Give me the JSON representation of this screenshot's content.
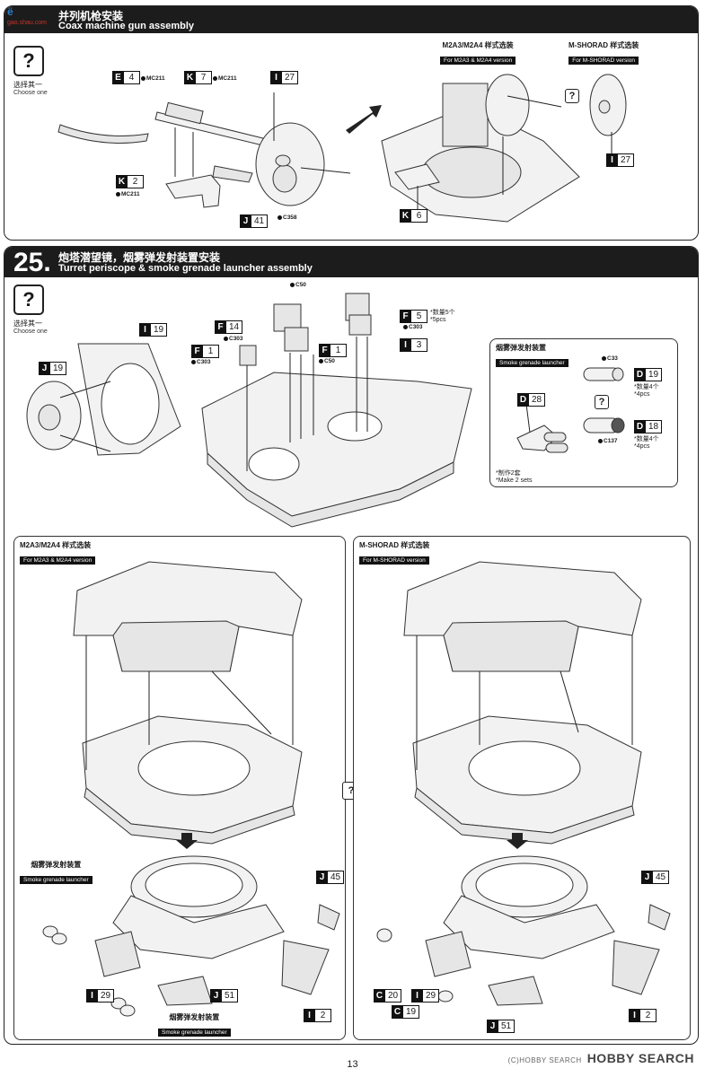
{
  "watermark": {
    "site": "ë ",
    "sub": "gao.shau.com"
  },
  "step24": {
    "title_zh": "并列机枪安装",
    "title_en": "Coax machine gun assembly",
    "choose_zh": "选择其一",
    "choose_en": "Choose one",
    "version_a_zh": "M2A3/M2A4 样式选装",
    "version_a_en": "For M2A3 & M2A4 version",
    "version_b_zh": "M-SHORAD 样式选装",
    "version_b_en": "For M-SHORAD version",
    "question_glyph": "?",
    "tags": [
      {
        "letter": "E",
        "num": "4",
        "cement": "MC211"
      },
      {
        "letter": "K",
        "num": "7",
        "cement": "MC211"
      },
      {
        "letter": "I",
        "num": "27",
        "cement": ""
      },
      {
        "letter": "K",
        "num": "2",
        "cement": "MC211"
      },
      {
        "letter": "J",
        "num": "41",
        "cement": ""
      },
      {
        "letter": "I",
        "num": "27",
        "cement": ""
      },
      {
        "letter": "K",
        "num": "6",
        "cement": ""
      }
    ],
    "cement_c358": "C358"
  },
  "step25": {
    "number": "25.",
    "title_zh": "炮塔潜望镜，烟雾弹发射装置安装",
    "title_en": "Turret periscope & smoke grenade launcher assembly",
    "choose_zh": "选择其一",
    "choose_en": "Choose one",
    "tags": [
      {
        "letter": "I",
        "num": "19"
      },
      {
        "letter": "J",
        "num": "19"
      },
      {
        "letter": "F",
        "num": "14"
      },
      {
        "letter": "F",
        "num": "1"
      },
      {
        "letter": "F",
        "num": "1"
      },
      {
        "letter": "F",
        "num": "5"
      },
      {
        "letter": "I",
        "num": "3"
      }
    ],
    "cements": [
      "C50",
      "C303",
      "C303",
      "C50",
      "C303"
    ],
    "f5_note_zh": "*数量5个",
    "f5_note_en": "*5pcs",
    "smoke_box": {
      "title_zh": "烟雾弹发射装置",
      "title_en": "Smoke grenade launcher",
      "d19": {
        "letter": "D",
        "num": "19",
        "cement": "C33",
        "note_zh": "*数量4个",
        "note_en": "*4pcs"
      },
      "d28": {
        "letter": "D",
        "num": "28"
      },
      "d18": {
        "letter": "D",
        "num": "18",
        "cement": "C137",
        "note_zh": "*数量4个",
        "note_en": "*4pcs"
      },
      "make_zh": "*制作2套",
      "make_en": "*Make 2 sets"
    },
    "left": {
      "head_zh": "M2A3/M2A4 样式选装",
      "head_en": "For M2A3 & M2A4 version",
      "smoke_zh": "烟雾弹发射装置",
      "smoke_en": "Smoke grenade launcher",
      "tags": [
        {
          "letter": "J",
          "num": "45"
        },
        {
          "letter": "I",
          "num": "29"
        },
        {
          "letter": "J",
          "num": "51"
        },
        {
          "letter": "I",
          "num": "2"
        }
      ]
    },
    "right": {
      "head_zh": "M-SHORAD 样式选装",
      "head_en": "For M-SHORAD version",
      "tags": [
        {
          "letter": "J",
          "num": "45"
        },
        {
          "letter": "C",
          "num": "20"
        },
        {
          "letter": "I",
          "num": "29"
        },
        {
          "letter": "C",
          "num": "19"
        },
        {
          "letter": "J",
          "num": "51"
        },
        {
          "letter": "I",
          "num": "2"
        }
      ]
    }
  },
  "footer": {
    "copyright": "(C)HOBBY SEARCH",
    "brand": "HOBBY SEARCH",
    "page": "13"
  }
}
